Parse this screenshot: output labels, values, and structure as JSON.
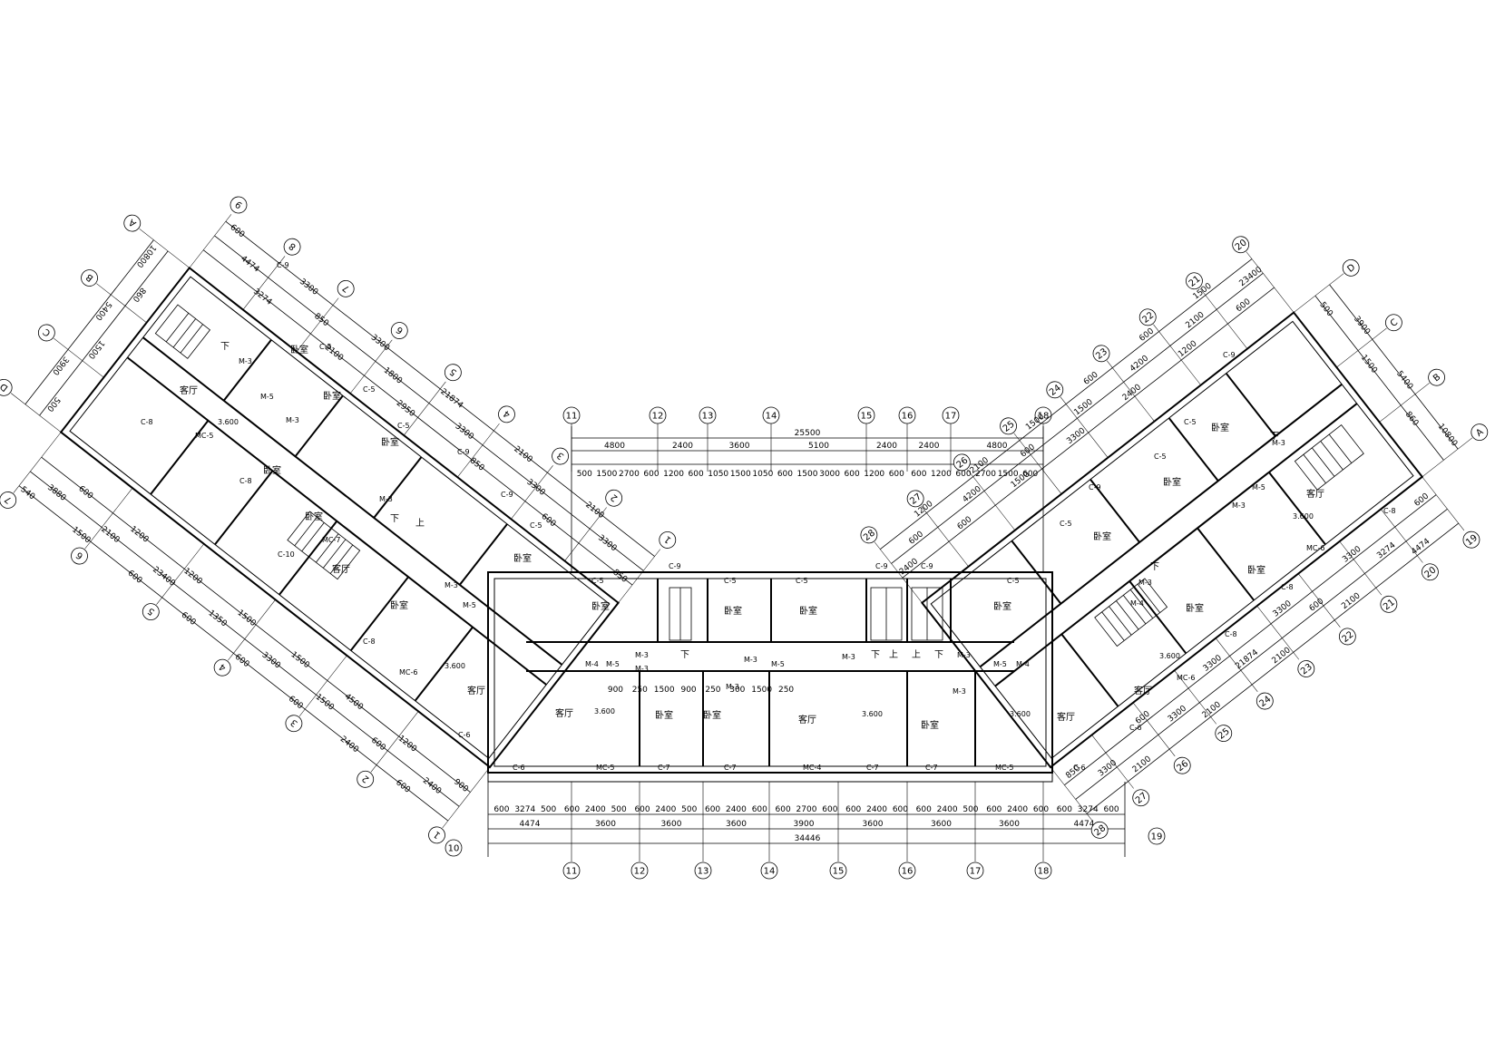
{
  "rooms": {
    "living": "客厅",
    "bedroom": "卧室",
    "down": "下",
    "up": "上"
  },
  "elevation": "3.600",
  "doors": {
    "m3": "M-3",
    "m4": "M-4",
    "m5": "M-5",
    "mc4": "MC-4",
    "mc5": "MC-5",
    "mc6": "MC-6",
    "mc7": "MC-7"
  },
  "windows": {
    "c5": "C-5",
    "c6": "C-6",
    "c7": "C-7",
    "c8": "C-8",
    "c9": "C-9",
    "c10": "C-10"
  },
  "center": {
    "top_total": "25500",
    "top_segments": [
      "4800",
      "2400",
      "3600",
      "5100",
      "2400",
      "2400",
      "4800"
    ],
    "top_detail": [
      "500",
      "1500",
      "2700",
      "600",
      "1200",
      "600",
      "1050",
      "1500",
      "1050",
      "600",
      "1500",
      "3000",
      "600",
      "1200",
      "600",
      "600",
      "1200",
      "600",
      "2700",
      "1500",
      "600"
    ],
    "top_axes": [
      "11",
      "12",
      "13",
      "14",
      "15",
      "16",
      "17",
      "18"
    ],
    "bottom_detail": [
      "600",
      "3274",
      "500",
      "600",
      "2400",
      "500",
      "600",
      "2400",
      "500",
      "600",
      "2400",
      "600",
      "600",
      "2700",
      "600",
      "600",
      "2400",
      "600",
      "600",
      "2400",
      "500",
      "600",
      "2400",
      "600",
      "600",
      "3274",
      "600"
    ],
    "bottom_segments": [
      "4474",
      "3600",
      "3600",
      "3600",
      "3900",
      "3600",
      "3600",
      "3600",
      "4474"
    ],
    "bottom_total": "34446",
    "bottom_axes": [
      "11",
      "12",
      "13",
      "14",
      "15",
      "16",
      "17",
      "18"
    ],
    "end_axes": [
      "10",
      "19"
    ],
    "inner_dims": [
      "900",
      "250",
      "1500",
      "900",
      "250",
      "300",
      "1500",
      "250"
    ]
  },
  "left_wing": {
    "outer_axes": [
      "1",
      "2",
      "3",
      "4",
      "5",
      "6",
      "7",
      "8",
      "9"
    ],
    "outer_dims": [
      "850",
      "3300",
      "2100",
      "600",
      "3300",
      "2100",
      "850",
      "3300",
      "21874",
      "2950",
      "1800",
      "3300",
      "2100",
      "850",
      "3300",
      "3274",
      "4474",
      "600"
    ],
    "top_axes": [
      "D",
      "C",
      "B",
      "A"
    ],
    "top_dims": [
      "500",
      "3900",
      "1500",
      "5400",
      "860",
      "10800"
    ],
    "inner_axes": [
      "1",
      "2",
      "3",
      "4",
      "5",
      "6",
      "7"
    ],
    "inner_dims": [
      "900",
      "2400",
      "600",
      "1200",
      "600",
      "2400",
      "4500",
      "1500",
      "600",
      "1500",
      "3300",
      "600",
      "1500",
      "1350",
      "600",
      "1200",
      "23400",
      "600",
      "1200",
      "2100",
      "1500",
      "600",
      "3880",
      "540"
    ]
  },
  "right_wing": {
    "outer_axes": [
      "28",
      "27",
      "26",
      "25",
      "24",
      "23",
      "22",
      "21",
      "20",
      "19"
    ],
    "outer_dims": [
      "850",
      "3300",
      "2100",
      "600",
      "3300",
      "2100",
      "3300",
      "21874",
      "2100",
      "3300",
      "600",
      "2100",
      "3300",
      "3274",
      "4474",
      "600"
    ],
    "top_axes": [
      "D",
      "C",
      "B",
      "A"
    ],
    "top_dims": [
      "500",
      "3900",
      "1500",
      "5400",
      "860",
      "10800"
    ],
    "inner_axes": [
      "28",
      "27",
      "26",
      "25",
      "24",
      "23",
      "22",
      "21",
      "20"
    ],
    "inner_dims": [
      "2400",
      "600",
      "1200",
      "600",
      "4200",
      "2100",
      "1500",
      "600",
      "1500",
      "3300",
      "1500",
      "600",
      "2400",
      "4200",
      "600",
      "1200",
      "2100",
      "1500",
      "600",
      "23400"
    ]
  }
}
